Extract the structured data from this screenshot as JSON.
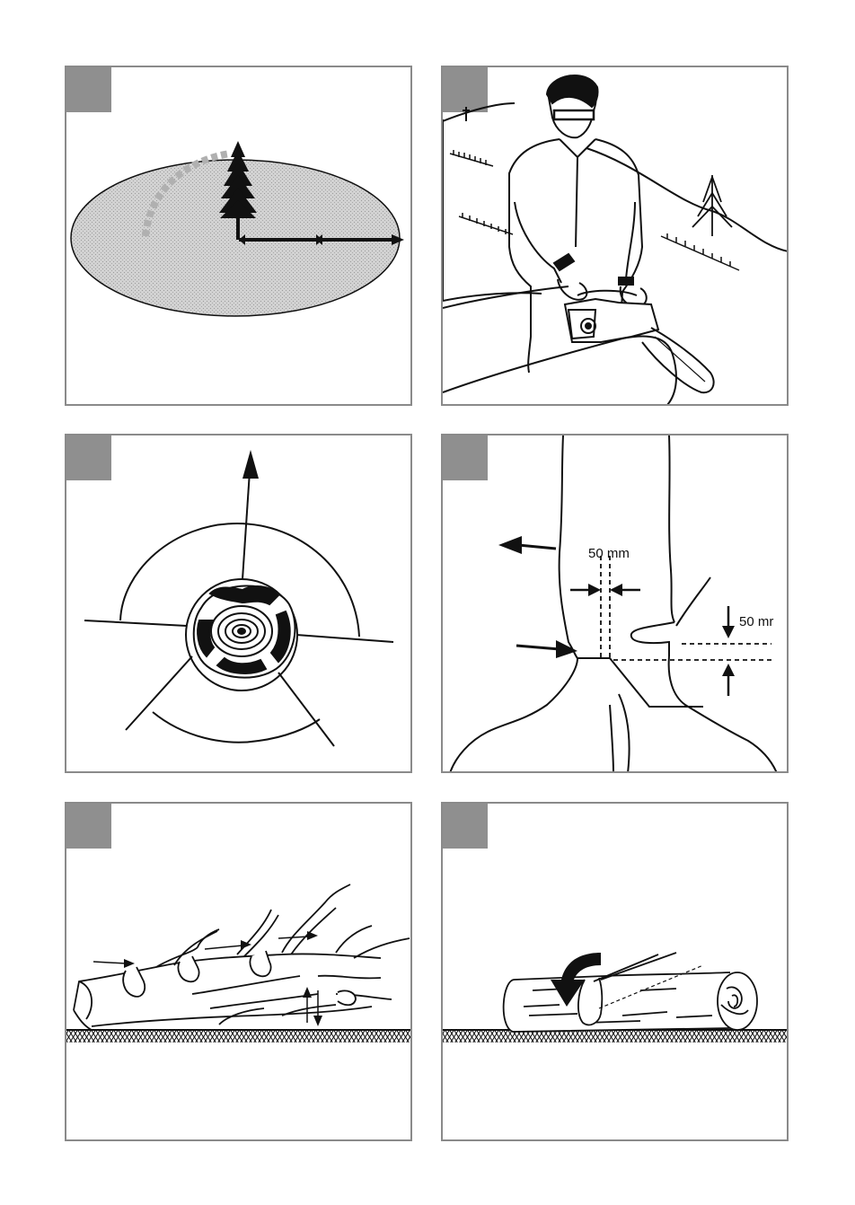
{
  "colors": {
    "frame": "#8a8a8a",
    "tag": "#8f8f8f",
    "fall_zone": "#cfcfcf",
    "ink": "#111111"
  },
  "panels": [
    {
      "id": "panel-1"
    },
    {
      "id": "panel-2"
    },
    {
      "id": "panel-3"
    },
    {
      "id": "panel-4",
      "labels": {
        "notch_width": "50 mm",
        "notch_height": "50 mr"
      }
    },
    {
      "id": "panel-5"
    },
    {
      "id": "panel-6"
    }
  ]
}
